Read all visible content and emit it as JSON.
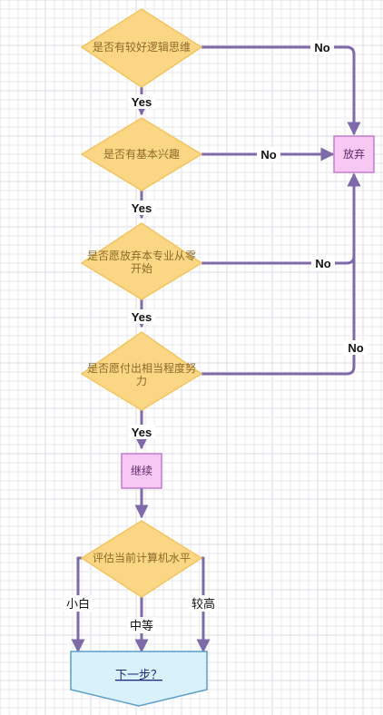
{
  "nodes": {
    "d1": {
      "lines": [
        "是否有较好逻辑思维"
      ]
    },
    "d2": {
      "lines": [
        "是否有基本兴趣"
      ]
    },
    "d3": {
      "lines": [
        "是否愿放弃本专业从零",
        "开始"
      ]
    },
    "d4": {
      "lines": [
        "是否愿付出相当程度努",
        "力"
      ]
    },
    "give_up": {
      "label": "放弃"
    },
    "continue": {
      "label": "继续"
    },
    "d5": {
      "lines": [
        "评估当前计算机水平"
      ]
    },
    "next": {
      "label": "下一步？"
    }
  },
  "edge_labels": {
    "yes": "Yes",
    "no": "No",
    "beginner": "小白",
    "medium": "中等",
    "high": "较高"
  },
  "colors": {
    "decision_fill": "#fbd684",
    "process_fill": "#f6c8f3",
    "terminal_fill": "#d8f1fb",
    "edge": "#7f6aa9"
  }
}
